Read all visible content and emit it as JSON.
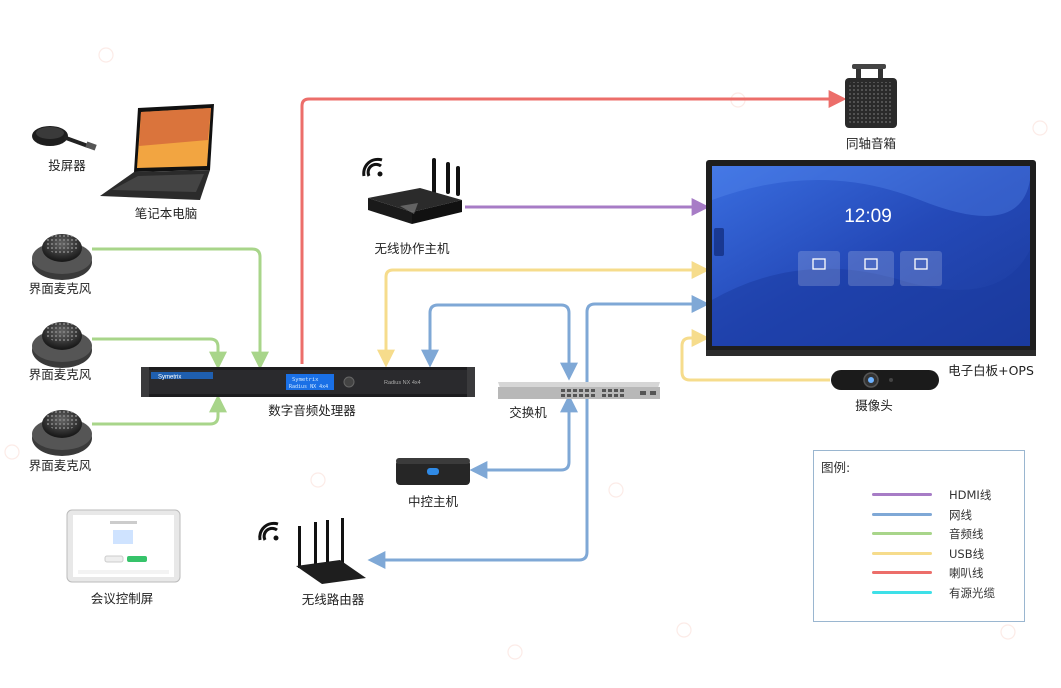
{
  "labels": {
    "screen_caster": "投屏器",
    "laptop": "笔记本电脑",
    "mic1": "界面麦克风",
    "mic2": "界面麦克风",
    "mic3": "界面麦克风",
    "control_screen": "会议控制屏",
    "processor": "数字音频处理器",
    "wireless_host": "无线协作主机",
    "switch": "交换机",
    "central_control": "中控主机",
    "router": "无线路由器",
    "speaker": "同轴音箱",
    "whiteboard": "电子白板+OPS",
    "camera": "摄像头"
  },
  "whiteboard_screen": {
    "clock": "12:09"
  },
  "processor_panel": {
    "brand": "Symetrix",
    "display_line1": "Symetrix",
    "display_line2": "Radius NX 4x4",
    "model": "Radius NX 4x4"
  },
  "legend": {
    "title": "图例:",
    "items": [
      {
        "label": "HDMI线",
        "color": "#a77cc6"
      },
      {
        "label": "网线",
        "color": "#7fa8d6"
      },
      {
        "label": "音频线",
        "color": "#a8d58a"
      },
      {
        "label": "USB线",
        "color": "#f6dc8c"
      },
      {
        "label": "喇叭线",
        "color": "#ec6e6a"
      },
      {
        "label": "有源光缆",
        "color": "#3ee0e8"
      }
    ]
  },
  "colors": {
    "hdmi": "#a77cc6",
    "network": "#7fa8d6",
    "audio": "#a8d58a",
    "usb": "#f6dc8c",
    "speaker": "#ec6e6a",
    "screen_blue": "#2b57c9"
  }
}
